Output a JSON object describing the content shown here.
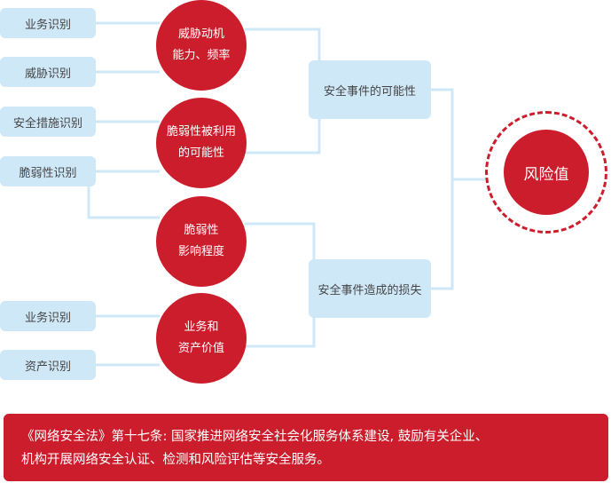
{
  "left_items": [
    "业务识别",
    "威胁识别",
    "安全措施识别",
    "脆弱性识别",
    "业务识别",
    "资产识别"
  ],
  "circles": [
    {
      "line1": "威胁动机",
      "line2": "能力、频率"
    },
    {
      "line1": "脆弱性被利用",
      "line2": "的可能性"
    },
    {
      "line1": "脆弱性",
      "line2": "影响程度"
    },
    {
      "line1": "业务和",
      "line2": "资产价值"
    }
  ],
  "mid_boxes": [
    "安全事件的可能性",
    "安全事件造成的损失"
  ],
  "result": "风险值",
  "footer": {
    "line1": "《网络安全法》第十七条: 国家推进网络安全社会化服务体系建设, 鼓励有关企业、",
    "line2": "机构开展网络安全认证、检测和风险评估等安全服务。"
  },
  "colors": {
    "red": "#cc1d2c",
    "light_blue": "#cfe8f8"
  }
}
